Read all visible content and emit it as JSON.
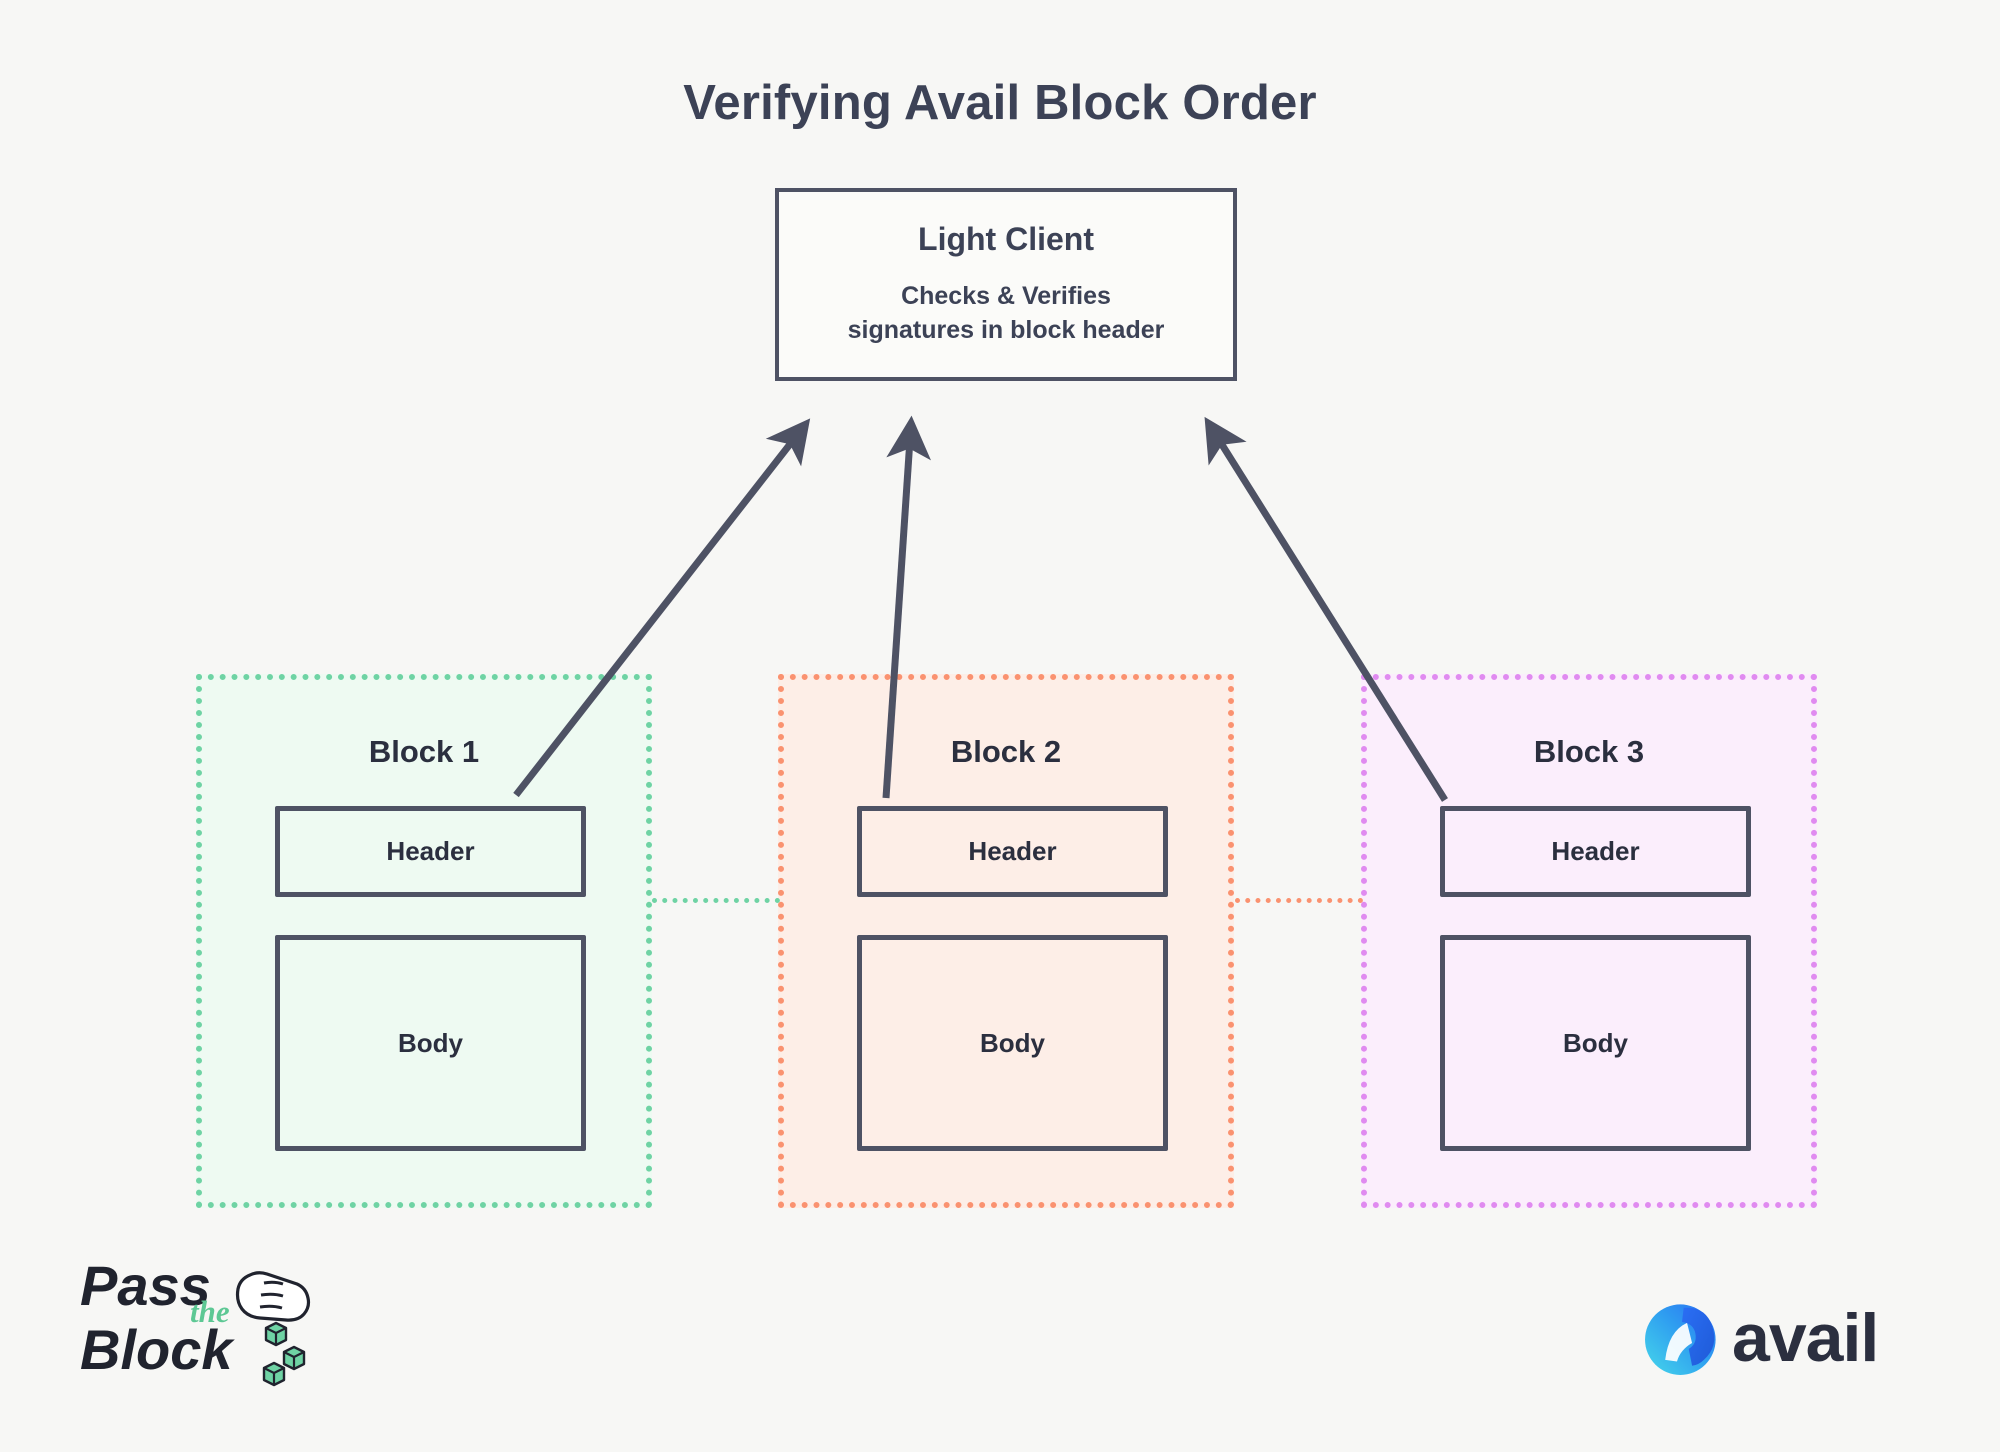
{
  "page": {
    "title": "Verifying Avail Block Order",
    "background_color": "#f7f7f5",
    "ink_color": "#4e5264",
    "text_color": "#2b2f3f"
  },
  "light_client": {
    "title": "Light Client",
    "line1": "Checks & Verifies",
    "line2": "signatures in block header"
  },
  "blocks": [
    {
      "label": "Block 1",
      "header_label": "Header",
      "body_label": "Body",
      "border_color": "#6fd3a4",
      "fill_color": "#eefaf2"
    },
    {
      "label": "Block 2",
      "header_label": "Header",
      "body_label": "Body",
      "border_color": "#fa9270",
      "fill_color": "#fdeee7"
    },
    {
      "label": "Block 3",
      "header_label": "Header",
      "body_label": "Body",
      "border_color": "#e08bf0",
      "fill_color": "#fbeefc"
    }
  ],
  "connectors": [
    {
      "from": "Block 1",
      "to": "Block 2",
      "color": "#6fd3a4",
      "style": "dotted"
    },
    {
      "from": "Block 2",
      "to": "Block 3",
      "color": "#fa9270",
      "style": "dotted"
    }
  ],
  "arrows": [
    {
      "from": "Block 1 Header",
      "to": "Light Client",
      "color": "#4e5264"
    },
    {
      "from": "Block 2 Header",
      "to": "Light Client",
      "color": "#4e5264"
    },
    {
      "from": "Block 3 Header",
      "to": "Light Client",
      "color": "#4e5264"
    }
  ],
  "branding": {
    "pass_the_block": {
      "line1": "Pass",
      "line_mid": "the",
      "line2": "Block",
      "text_color": "#20232e",
      "accent_color": "#5dc894"
    },
    "avail": {
      "wordmark": "avail",
      "mark_color_light": "#34c7e8",
      "mark_color_dark": "#2a6df4",
      "text_color": "#2b2f3f"
    }
  }
}
